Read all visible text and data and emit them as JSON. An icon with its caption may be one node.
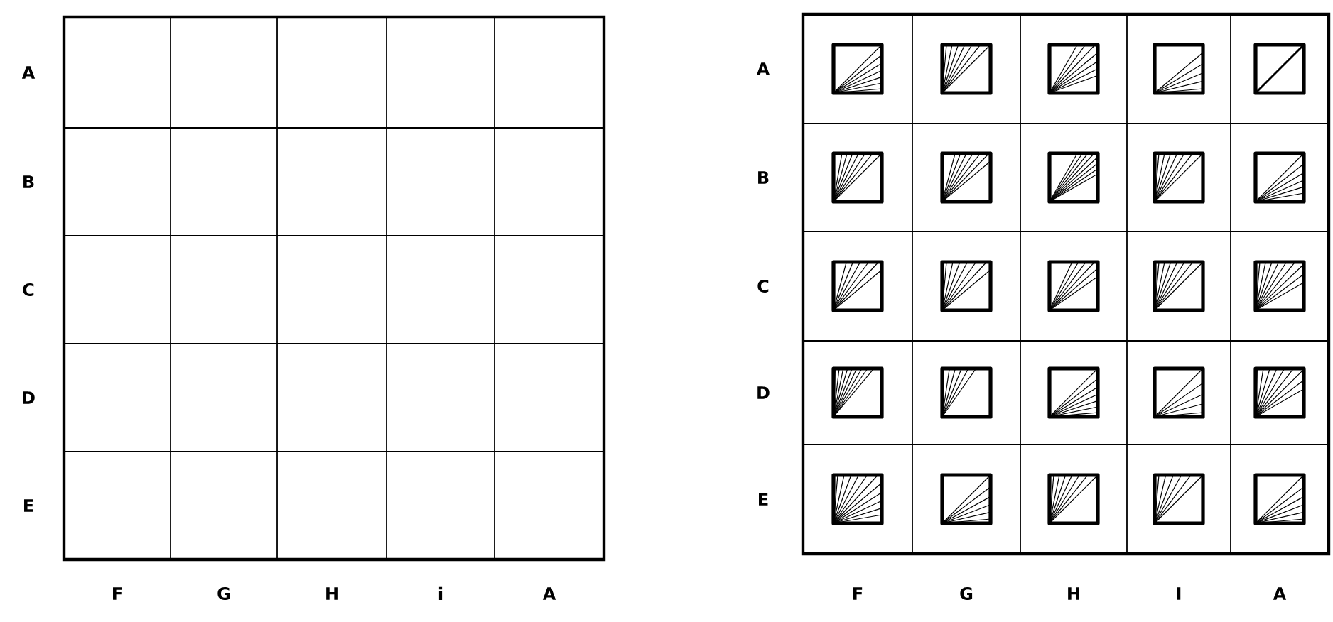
{
  "diagram": {
    "labels": [
      "A",
      "B",
      "C",
      "D",
      "E",
      "F",
      "G",
      "H",
      "i",
      "A",
      "A",
      "B",
      "C",
      "D",
      "E",
      "F",
      "G",
      "H",
      "I",
      "A"
    ]
  }
}
